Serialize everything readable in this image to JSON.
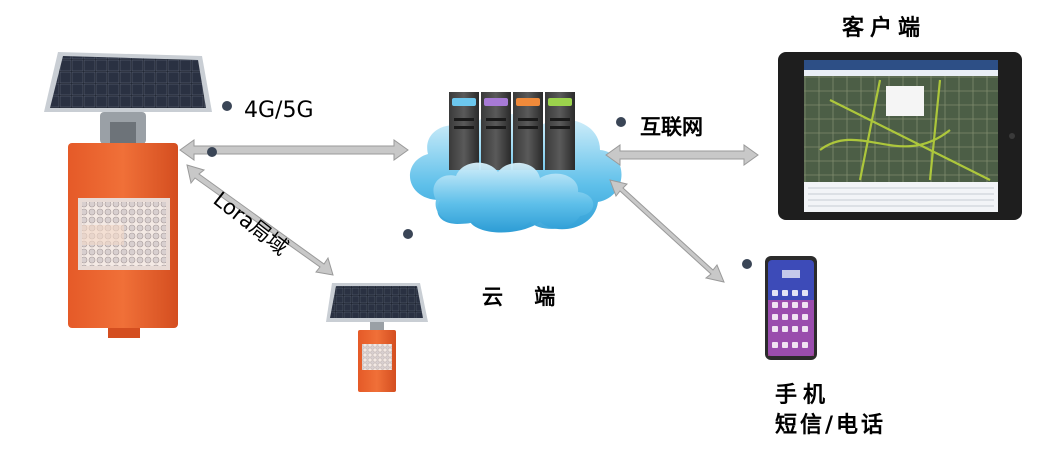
{
  "labels": {
    "link_4g5g": "4G/5G",
    "link_lora": "Lora局域",
    "link_internet": "互联网",
    "cloud": "云 端",
    "client": "客户端",
    "phone_line1": "手机",
    "phone_line2": "短信/电话"
  }
}
